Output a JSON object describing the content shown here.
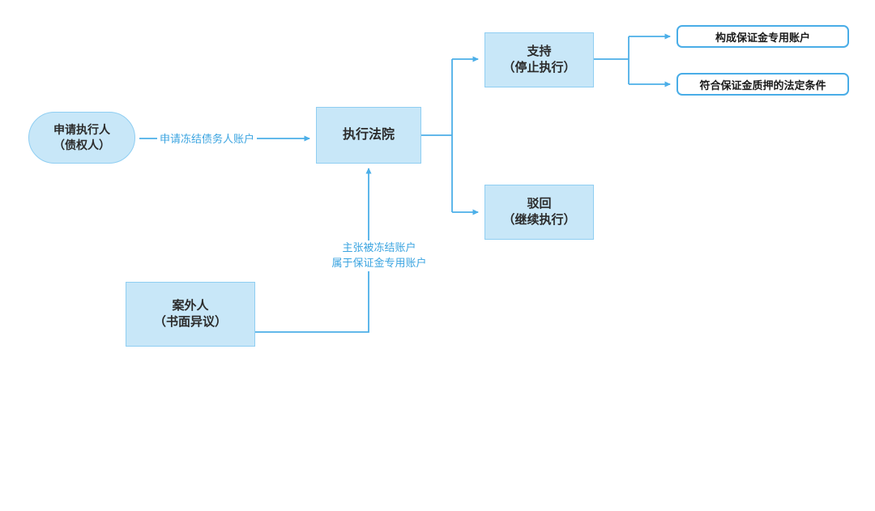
{
  "flowchart": {
    "nodes": {
      "applicant": {
        "line1": "申请执行人",
        "line2": "（债权人）"
      },
      "court": {
        "label": "执行法院"
      },
      "support": {
        "line1": "支持",
        "line2": "（停止执行）"
      },
      "reject": {
        "line1": "驳回",
        "line2": "（继续执行）"
      },
      "outcome_account": {
        "label": "构成保证金专用账户"
      },
      "outcome_condition": {
        "label": "符合保证金质押的法定条件"
      },
      "outsider": {
        "line1": "案外人",
        "line2": "（书面异议）"
      }
    },
    "edge_labels": {
      "apply": "申请冻结债务人账户",
      "claim_line1": "主张被冻结账户",
      "claim_line2": "属于保证金专用账户"
    },
    "colors": {
      "node_fill": "#c8e7f8",
      "node_border": "#8fcef2",
      "arrow": "#4cafe8",
      "edge_label_text": "#3ba4e0",
      "node_text": "#2b2b2b",
      "outcome_border": "#49ade7",
      "outcome_fill": "#ffffff"
    }
  }
}
